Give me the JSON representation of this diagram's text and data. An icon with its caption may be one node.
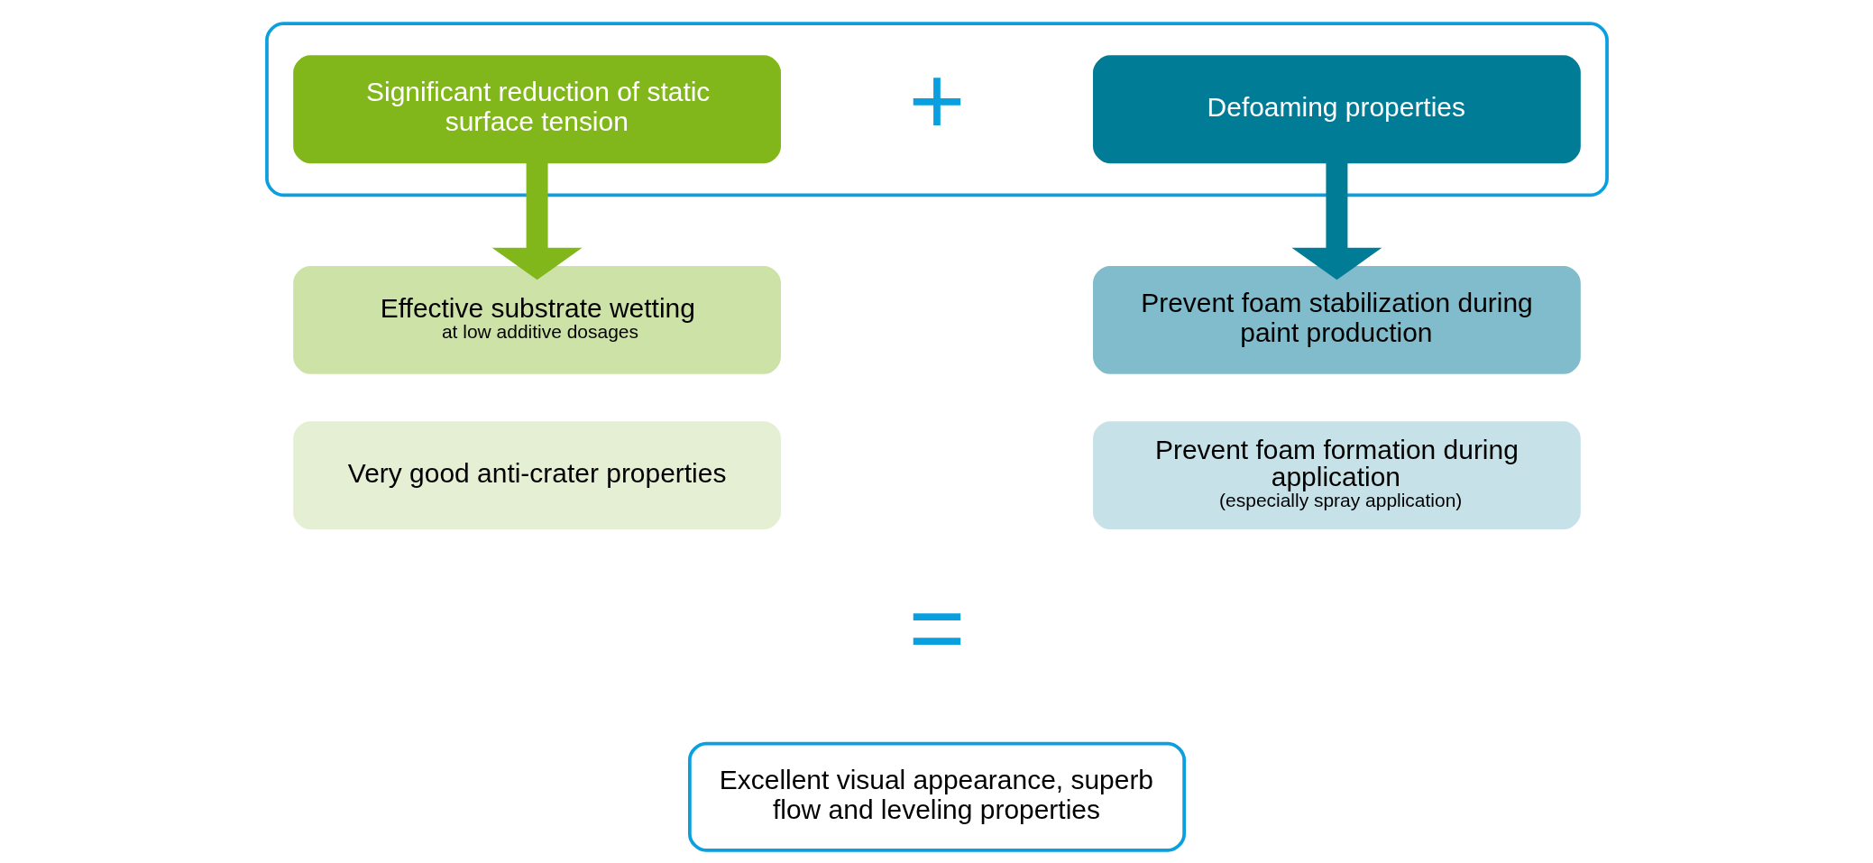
{
  "diagram": {
    "nodes": [
      {
        "text": [],
        "shape": "box"
      },
      {
        "text": [
          "Significant reduction of static surface tension"
        ],
        "in": 0
      },
      {
        "text": [
          "Defoaming properties"
        ],
        "in": 0
      },
      {
        "text": [
          "Effective substrate wetting",
          "at low additive dosages"
        ]
      },
      {
        "text": [
          "Very good anti-crater properties"
        ]
      },
      {
        "text": [
          "Prevent foam stabilization during paint production"
        ]
      },
      {
        "text": [
          "Prevent foam formation during application",
          "(especially spray application)"
        ]
      },
      {
        "text": [
          "Excellent visual appearance, superb flow and leveling properties"
        ]
      }
    ],
    "edges": [
      {
        "from": 1,
        "to": 3,
        "arrow": "to",
        "color": "#82b71c"
      },
      {
        "from": 2,
        "to": 5,
        "arrow": "to",
        "color": "#007c96"
      }
    ],
    "labels": [
      "+",
      "="
    ]
  }
}
